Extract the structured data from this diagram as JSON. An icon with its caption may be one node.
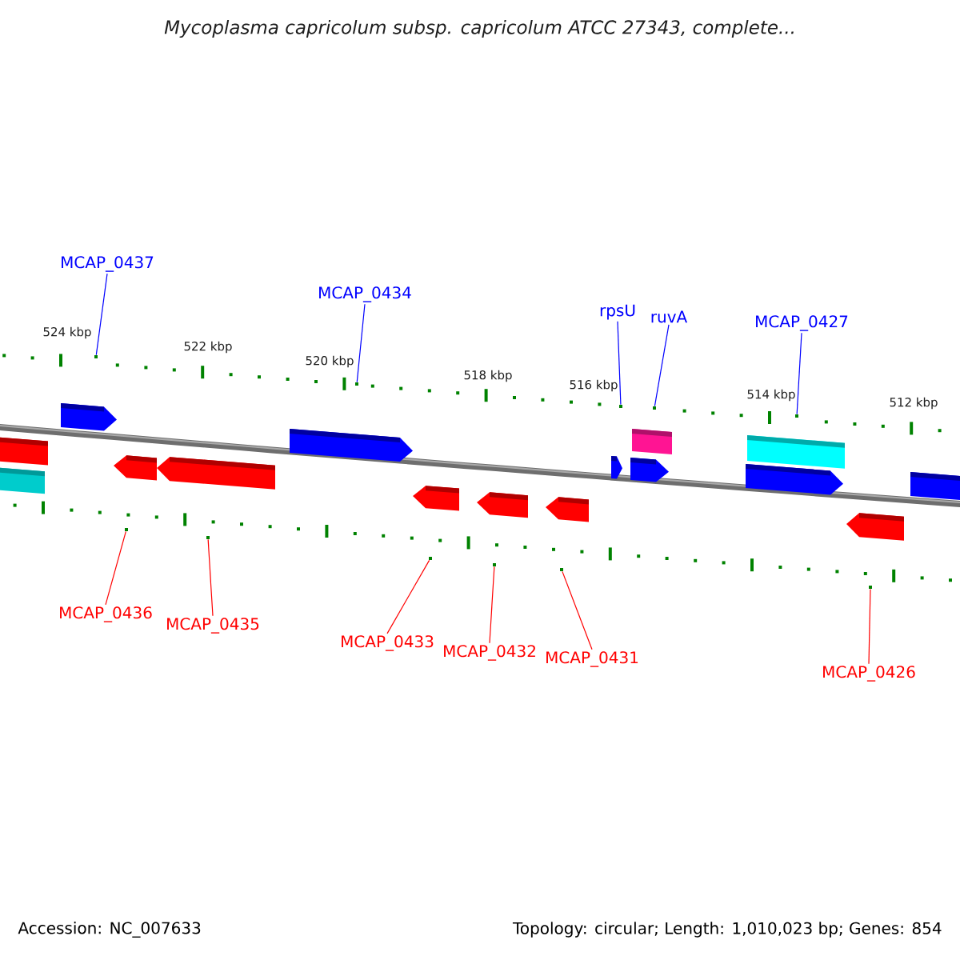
{
  "diagram": {
    "title": "Mycoplasma capricolum subsp. capricolum ATCC 27343, complete...",
    "nodes": [
      {
        "text": [
          "MCAP_0437"
        ]
      },
      {
        "text": [
          "MCAP_0434"
        ]
      },
      {
        "text": [
          "rpsU"
        ]
      },
      {
        "text": [
          "ruvA"
        ]
      },
      {
        "text": [
          "MCAP_0427"
        ]
      },
      {
        "text": [
          "MCAP_0436"
        ]
      },
      {
        "text": [
          "MCAP_0435"
        ]
      },
      {
        "text": [
          "MCAP_0433"
        ]
      },
      {
        "text": [
          "MCAP_0432"
        ]
      },
      {
        "text": [
          "MCAP_0431"
        ]
      },
      {
        "text": [
          "MCAP_0426"
        ]
      },
      {
        "text": [],
        "shape": "dot"
      },
      {
        "text": [],
        "shape": "dot"
      },
      {
        "text": [],
        "shape": "dot"
      },
      {
        "text": [],
        "shape": "dot"
      },
      {
        "text": [],
        "shape": "dot"
      },
      {
        "text": [],
        "shape": "dot"
      },
      {
        "text": [],
        "shape": "dot"
      },
      {
        "text": [],
        "shape": "dot"
      },
      {
        "text": [],
        "shape": "dot"
      },
      {
        "text": [],
        "shape": "dot"
      },
      {
        "text": [],
        "shape": "dot"
      }
    ],
    "edges": [
      {
        "from": 0,
        "to": 11,
        "arrow": "none",
        "color": "#0000ff"
      },
      {
        "from": 1,
        "to": 12,
        "arrow": "none",
        "color": "#0000ff"
      },
      {
        "from": 2,
        "to": 13,
        "arrow": "none",
        "color": "#0000ff"
      },
      {
        "from": 3,
        "to": 14,
        "arrow": "none",
        "color": "#0000ff"
      },
      {
        "from": 4,
        "to": 15,
        "arrow": "none",
        "color": "#0000ff"
      },
      {
        "from": 5,
        "to": 16,
        "arrow": "none"
      },
      {
        "from": 6,
        "to": 17,
        "arrow": "none"
      },
      {
        "from": 7,
        "to": 18,
        "arrow": "none"
      },
      {
        "from": 8,
        "to": 19,
        "arrow": "none"
      },
      {
        "from": 9,
        "to": 20,
        "arrow": "none"
      },
      {
        "from": 10,
        "to": 21,
        "arrow": "none"
      }
    ],
    "labels": [
      "524 kbp",
      "522 kbp",
      "520 kbp",
      "518 kbp",
      "516 kbp",
      "514 kbp",
      "512 kbp",
      "Accession: NC_007633",
      "Topology: circular; Length: 1,010,023 bp; Genes: 854"
    ]
  }
}
